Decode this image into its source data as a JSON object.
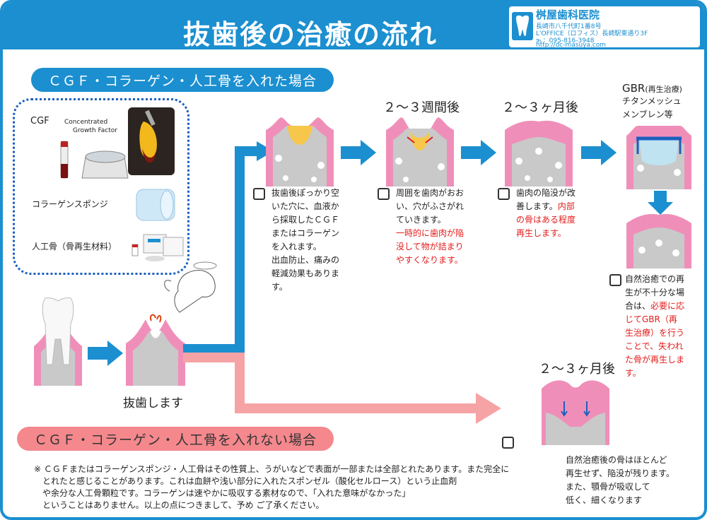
{
  "header": {
    "title": "抜歯後の治癒の流れ",
    "clinic_name": "桝屋歯科医院",
    "address_lines": [
      "長崎市八千代町1番8号",
      "L'OFFICE（ロフィス）長崎駅東通り3F",
      "℡：095-816-3948",
      "http://dc-masuya.com"
    ]
  },
  "sections": {
    "with_label": "ＣＧＦ・コラーゲン・人工骨を入れた場合",
    "without_label": "ＣＧＦ・コラーゲン・人工骨を入れない場合"
  },
  "materials": {
    "cgf_title": "CGF",
    "cgf_line1": "Concentrated",
    "cgf_line2": "Growth Factor",
    "sponge": "コラーゲンスポンジ",
    "bone": "人工骨（骨再生材料）"
  },
  "extraction_label": "抜歯します",
  "steps": {
    "s1": {
      "text": [
        "抜歯後ぽっかり空",
        "いた穴に、血液か",
        "ら採取したＣＧＦ",
        "またはコラーゲン",
        "を入れます。",
        "出血防止、痛みの",
        "軽減効果もありま",
        "す。"
      ]
    },
    "s2": {
      "head": "２～３週間後",
      "text": [
        "周囲を歯肉がおお",
        "い、穴がふさがれ",
        "ていきます。"
      ],
      "red": [
        "一時的に歯肉が陥",
        "没して物が詰まり",
        "やすくなります。"
      ]
    },
    "s3": {
      "head": "２～３ヶ月後",
      "text": [
        "歯肉の陥没が改",
        "善します。"
      ],
      "red_inline": "内部",
      "red": [
        "の骨はある程度",
        "再生します。"
      ]
    },
    "gbr": {
      "head": "GBR",
      "head_small": "(再生治療)",
      "sub1": "チタンメッシュ",
      "sub2": "メンブレン等",
      "text": [
        "自然治癒での再",
        "生が不十分な場",
        "合は、"
      ],
      "red_inline": "必要に応",
      "red": [
        "じてGBR（再",
        "生治療）を行う",
        "ことで、失われ",
        "た骨が再生しま",
        "す。"
      ]
    },
    "natural": {
      "head": "２～３ヶ月後",
      "text": [
        "自然治癒後の骨はほとんど",
        "再生せず、陥没が残ります。",
        "また、顎骨が吸収して",
        "低く、細くなります"
      ]
    }
  },
  "note_lines": [
    "※ ＣＧＦまたはコラーゲンスポンジ・人工骨はその性質上、うがいなどで表面が一部または全部とれたあります。また完全に",
    "　とれたと感じることがあります。これは血餅や浅い部分に入れたスポンゼル（酸化セルロース）という止血剤",
    "　や余分な人工骨顆粒です。コラーゲンは速やかに吸収する素材なので、「入れた意味がなかった」",
    "　ということはありません。以上の点につきまして、予め ご了承ください。"
  ],
  "colors": {
    "brand_blue": "#1b8fd0",
    "gum_pink": "#e8609a",
    "bone_gray": "#c9c9c9",
    "pink_arrow": "#f6a3a6",
    "highlight_red": "#e31b1b"
  }
}
